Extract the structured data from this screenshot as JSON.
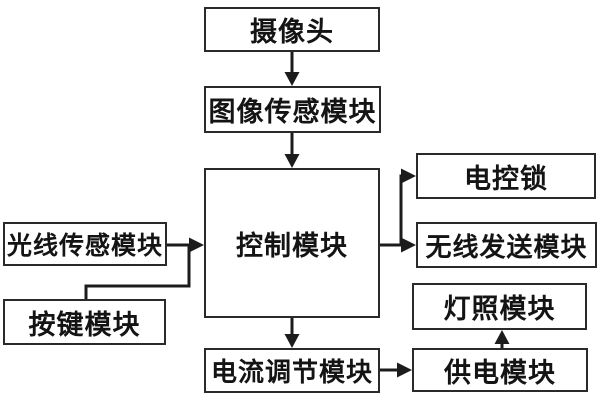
{
  "colors": {
    "background": "#ffffff",
    "box_fill": "#ffffff",
    "box_border": "#2a2a2a",
    "line": "#1c1c1c",
    "text": "#141414"
  },
  "nodes": {
    "camera": {
      "label": "摄像头"
    },
    "image_sensor": {
      "label": "图像传感模块"
    },
    "control": {
      "label": "控制模块"
    },
    "light_sensor": {
      "label": "光线传感模块"
    },
    "key_button": {
      "label": "按键模块"
    },
    "electric_lock": {
      "label": "电控锁"
    },
    "wireless": {
      "label": "无线发送模块"
    },
    "lighting": {
      "label": "灯照模块"
    },
    "current_regulator": {
      "label": "电流调节模块"
    },
    "power_supply": {
      "label": "供电模块"
    }
  },
  "edges": [
    {
      "from": "摄像头",
      "to": "图像传感模块",
      "type": "arrow"
    },
    {
      "from": "图像传感模块",
      "to": "控制模块",
      "type": "arrow"
    },
    {
      "from": "光线传感模块",
      "to": "控制模块",
      "type": "arrow"
    },
    {
      "from": "按键模块",
      "to": "控制模块",
      "type": "arrow"
    },
    {
      "from": "控制模块",
      "to": "电控锁",
      "type": "arrow"
    },
    {
      "from": "控制模块",
      "to": "无线发送模块",
      "type": "arrow"
    },
    {
      "from": "控制模块",
      "to": "电流调节模块",
      "type": "arrow"
    },
    {
      "from": "电流调节模块",
      "to": "供电模块",
      "type": "arrow"
    },
    {
      "from": "供电模块",
      "to": "灯照模块",
      "type": "arrow"
    }
  ]
}
